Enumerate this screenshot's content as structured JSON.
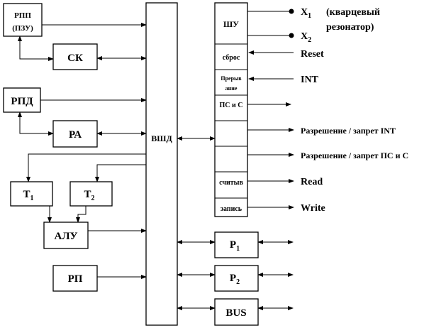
{
  "blocks": {
    "rpp_line1": "РПП",
    "rpp_line2": "(ПЗУ)",
    "sk": "СК",
    "rpd": "РПД",
    "ra": "РА",
    "t1": "Т",
    "t1_sub": "1",
    "t2": "Т",
    "t2_sub": "2",
    "alu": "АЛУ",
    "rp": "РП",
    "vshd": "ВШД",
    "p1": "Р",
    "p1_sub": "1",
    "p2": "Р",
    "p2_sub": "2",
    "bus": "BUS"
  },
  "control_column": {
    "shu": "ШУ",
    "reset_cell": "сброс",
    "interrupt_line1": "Прерыв",
    "interrupt_line2": "ание",
    "ps_c": "ПС и С",
    "read_cell": "считыв",
    "write_cell": "запись"
  },
  "signals": {
    "x1": "X",
    "x1_sub": "1",
    "x2": "X",
    "x2_sub": "2",
    "crystal_line1": "(кварцевый",
    "crystal_line2": "резонатор)",
    "reset": "Reset",
    "int": "INT",
    "enable_int": "Разрешение / запрет INT",
    "enable_ps_c": "Разрешение / запрет ПС и С",
    "read": "Read",
    "write": "Write"
  }
}
